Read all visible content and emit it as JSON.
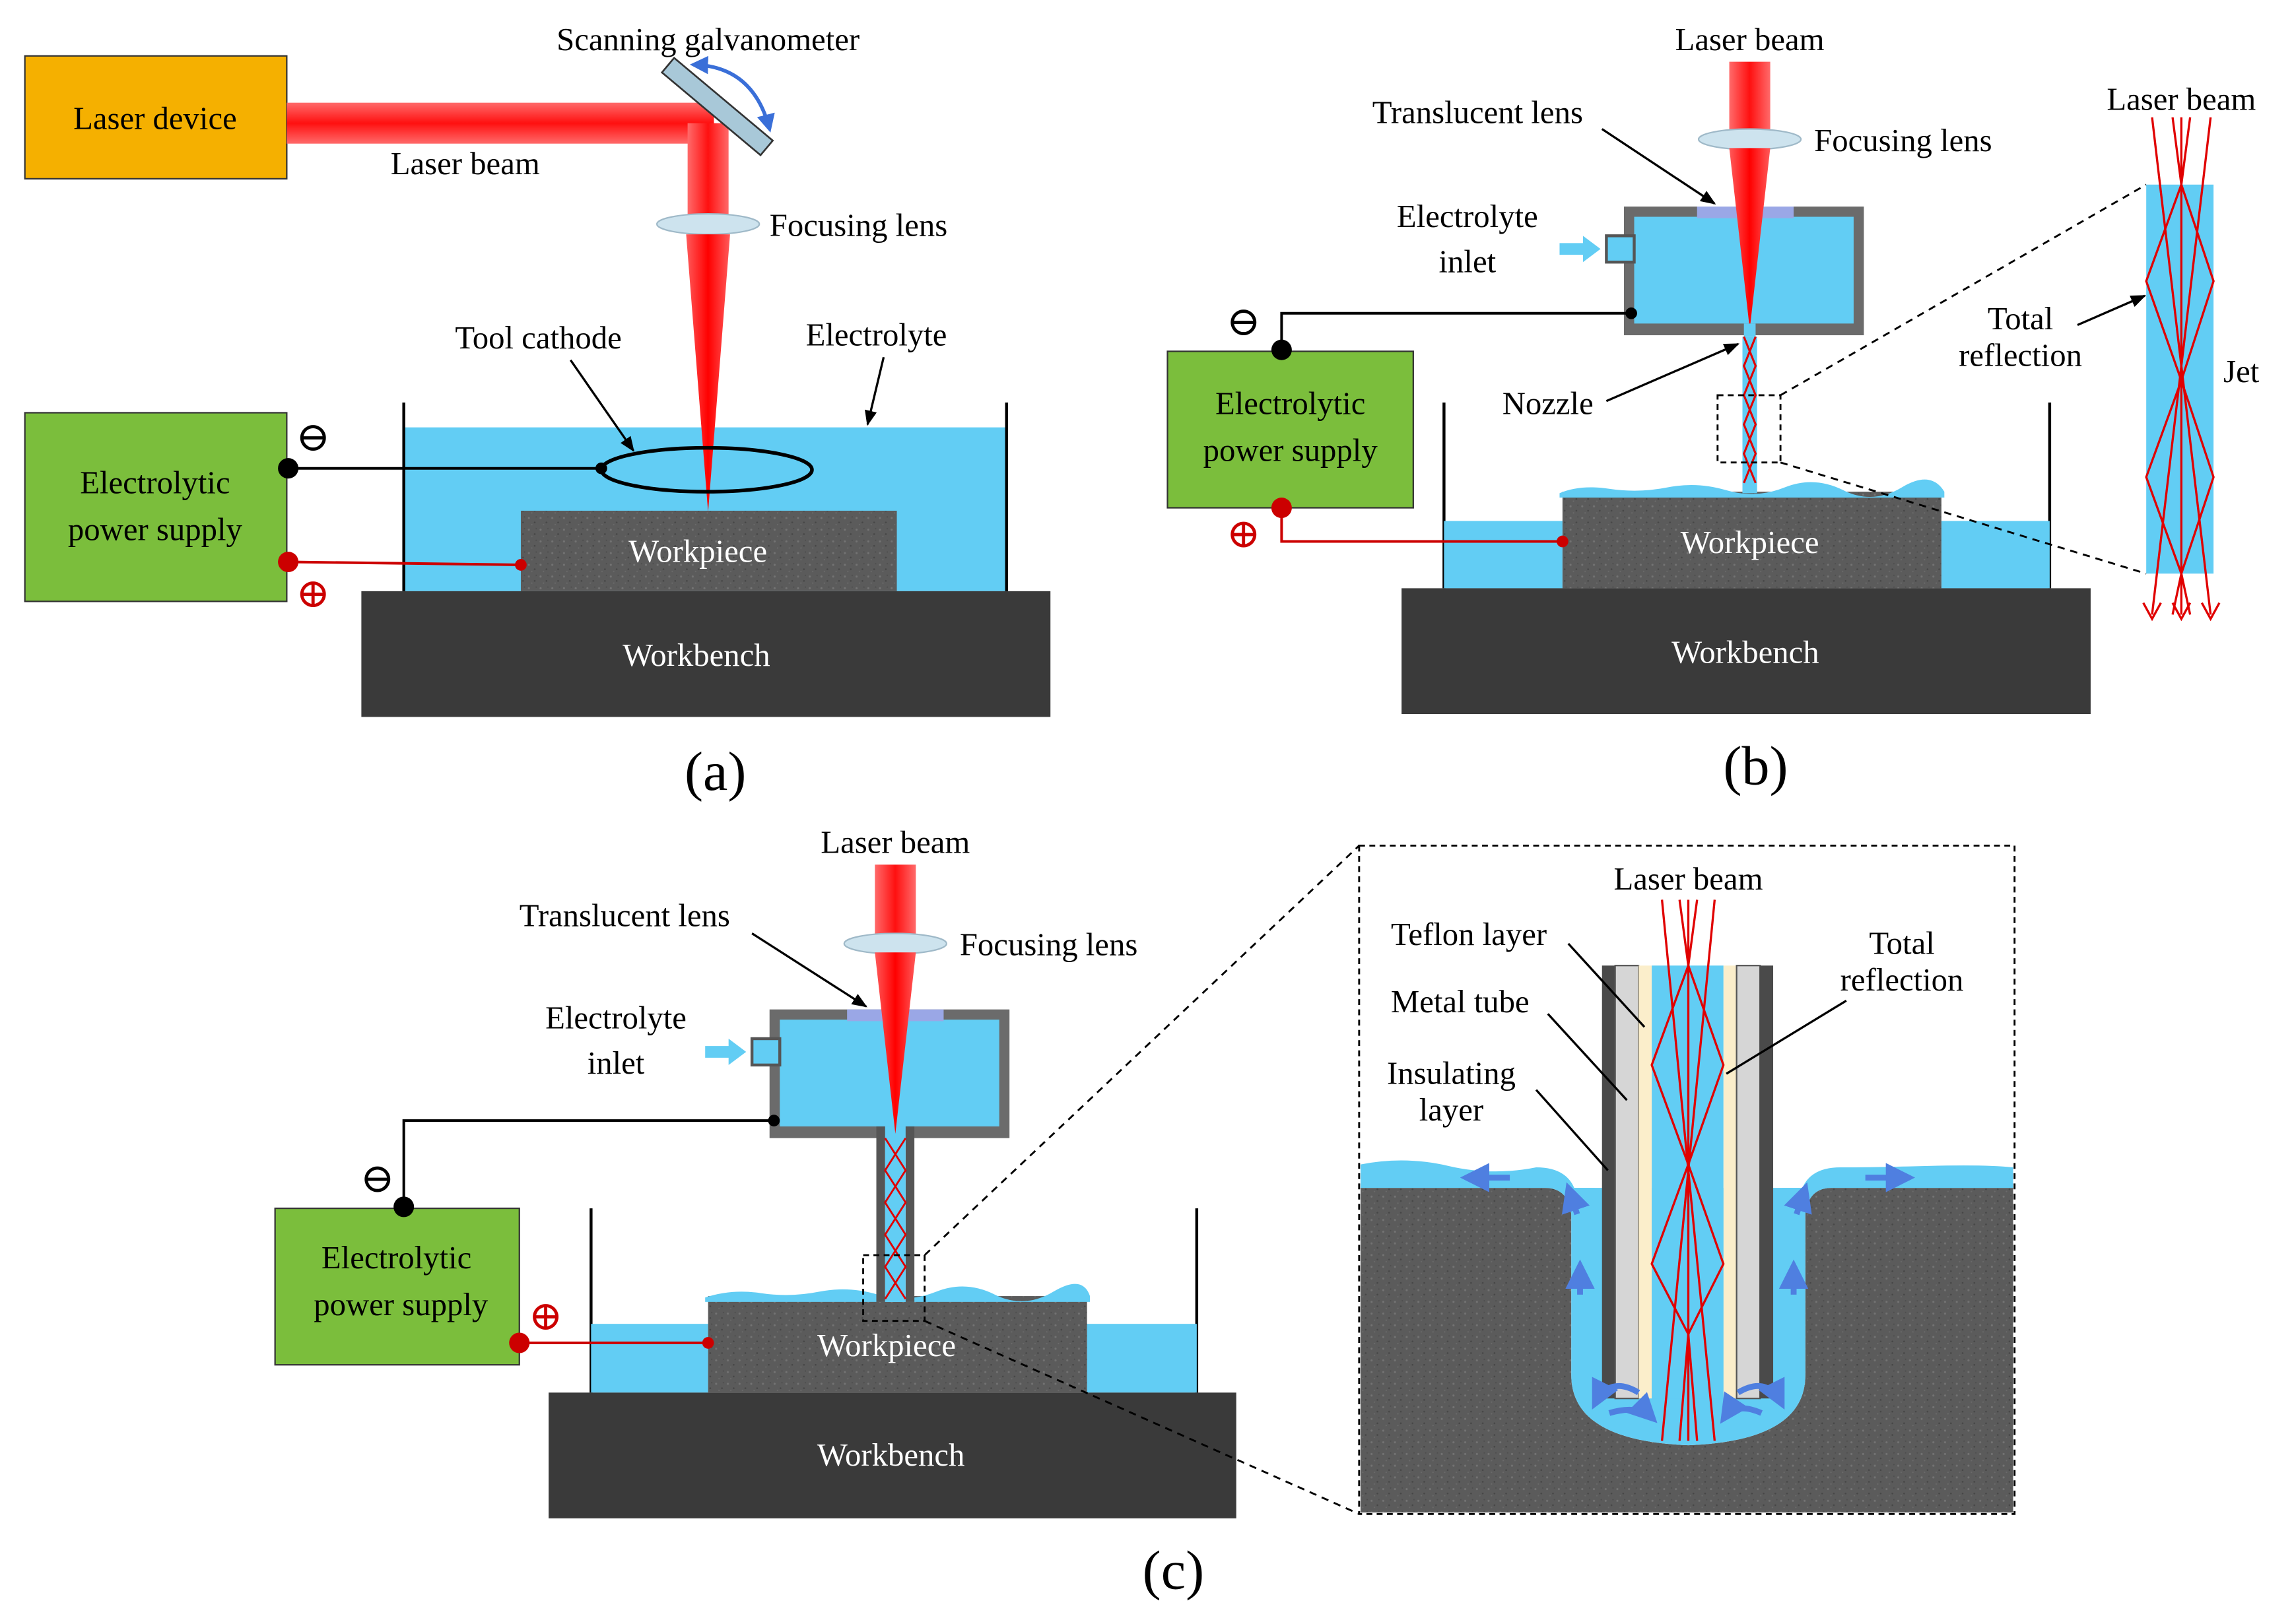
{
  "colors": {
    "laser_red": "#ff1a1a",
    "laser_orange": "#f5b000",
    "electrolyte_blue": "#62cdf4",
    "power_green": "#7bbe3c",
    "workbench_dark": "#3a3a3a",
    "workpiece_gray": "#5d5d5d",
    "lens_light": "#cde3ee",
    "translucent_lens": "#9aa7e6",
    "teflon": "#fbeecb",
    "metal_tube": "#d6d6d6",
    "insulating_layer": "#4a4a4a",
    "flow_arrow": "#4f7fe0"
  },
  "panel_a": {
    "caption": "(a)",
    "laser_device": "Laser device",
    "laser_beam": "Laser beam",
    "scanning_galvanometer": "Scanning galvanometer",
    "focusing_lens": "Focusing lens",
    "tool_cathode": "Tool cathode",
    "electrolyte": "Electrolyte",
    "power_supply": [
      "Electrolytic",
      "power supply"
    ],
    "workpiece": "Workpiece",
    "workbench": "Workbench",
    "minus_symbol": "⊖",
    "plus_symbol": "⊕"
  },
  "panel_b": {
    "caption": "(b)",
    "laser_beam": "Laser beam",
    "translucent_lens": "Translucent lens",
    "focusing_lens": "Focusing lens",
    "electrolyte_inlet": [
      "Electrolyte",
      "inlet"
    ],
    "nozzle": "Nozzle",
    "power_supply": [
      "Electrolytic",
      "power supply"
    ],
    "workpiece": "Workpiece",
    "workbench": "Workbench",
    "inset_laser_beam": "Laser beam",
    "total_reflection": [
      "Total",
      "reflection"
    ],
    "jet": "Jet",
    "minus_symbol": "⊖",
    "plus_symbol": "⊕"
  },
  "panel_c": {
    "caption": "(c)",
    "laser_beam": "Laser beam",
    "translucent_lens": "Translucent lens",
    "focusing_lens": "Focusing lens",
    "electrolyte_inlet": [
      "Electrolyte",
      "inlet"
    ],
    "power_supply": [
      "Electrolytic",
      "power supply"
    ],
    "workpiece": "Workpiece",
    "workbench": "Workbench",
    "minus_symbol": "⊖",
    "plus_symbol": "⊕",
    "inset": {
      "laser_beam": "Laser beam",
      "teflon_layer": "Teflon layer",
      "metal_tube": "Metal tube",
      "insulating_layer": [
        "Insulating",
        "layer"
      ],
      "total_reflection": [
        "Total",
        "reflection"
      ]
    }
  }
}
